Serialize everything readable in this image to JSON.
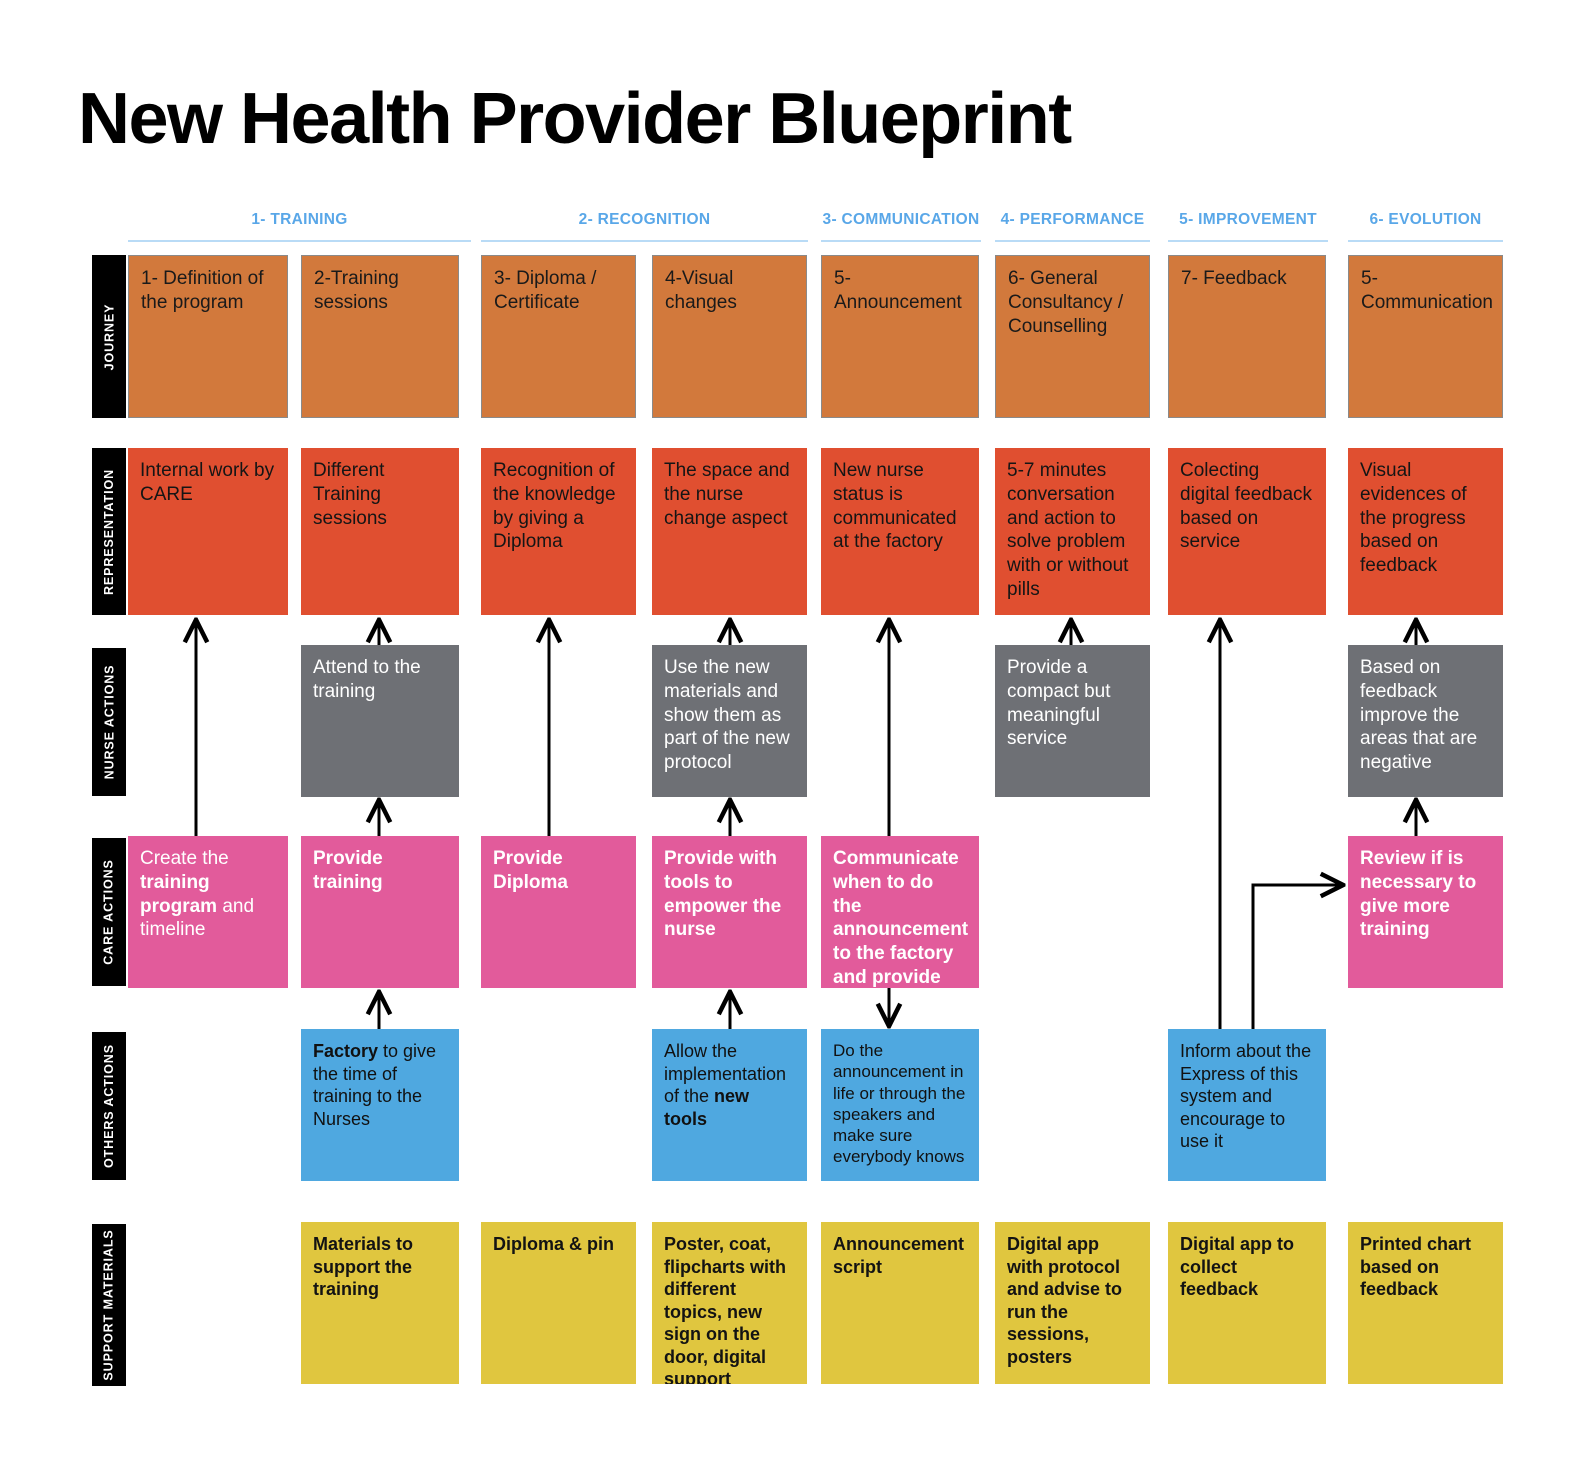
{
  "title": "New Health Provider Blueprint",
  "phases": [
    {
      "label": "1- TRAINING"
    },
    {
      "label": "2- RECOGNITION"
    },
    {
      "label": "3- COMMUNICATION"
    },
    {
      "label": "4- PERFORMANCE"
    },
    {
      "label": "5- IMPROVEMENT"
    },
    {
      "label": "6- EVOLUTION"
    }
  ],
  "rows": [
    {
      "key": "journey",
      "label": "JOURNEY"
    },
    {
      "key": "representation",
      "label": "REPRESENTATION"
    },
    {
      "key": "nurse",
      "label": "NURSE ACTIONS"
    },
    {
      "key": "care",
      "label": "CARE ACTIONS"
    },
    {
      "key": "others",
      "label": "OTHERS ACTIONS"
    },
    {
      "key": "support",
      "label": "SUPPORT MATERIALS"
    }
  ],
  "journey": {
    "c1": "1- Definition of the program",
    "c2": "2-Training sessions",
    "c3": "3- Diploma / Certificate",
    "c4": "4-Visual changes",
    "c5": "5- Announcement",
    "c6": "6- General Consultancy / Counselling",
    "c7": "7- Feedback",
    "c8": "5- Communication"
  },
  "representation": {
    "c1": "Internal work by CARE",
    "c2": "Different Training sessions",
    "c3": "Recognition of the knowledge by giving a Diploma",
    "c4": "The space and the nurse change aspect",
    "c5": "New nurse status is communicated at the factory",
    "c6": "5-7 minutes conversation and action to solve problem with or without pills",
    "c7": "Colecting digital feedback based on service",
    "c8": "Visual evidences of the progress based on feedback"
  },
  "nurse": {
    "c2": "Attend to the training",
    "c4": "Use the new materials and show them as part of the new protocol",
    "c6": "Provide a compact but meaningful service",
    "c8": "Based on feedback improve the areas that are negative"
  },
  "care": {
    "c1_parts": [
      {
        "text": "Create the ",
        "bold": false
      },
      {
        "text": "training program",
        "bold": true
      },
      {
        "text": " and timeline",
        "bold": false
      }
    ],
    "c2": "Provide training",
    "c3": "Provide Diploma",
    "c4": "Provide with tools to empower the nurse",
    "c5": "Communicate when to do the announcement to the factory and provide main message",
    "c8": "Review if is necessary to give more training"
  },
  "others": {
    "c2_parts": [
      {
        "text": "Factory",
        "bold": true
      },
      {
        "text": " to give the time of training to the Nurses",
        "bold": false
      }
    ],
    "c4_parts": [
      {
        "text": "Allow the implementation of the ",
        "bold": false
      },
      {
        "text": "new tools",
        "bold": true
      }
    ],
    "c5": "Do the announcement in life or through the speakers and make sure everybody knows",
    "c7": "Inform about the Express of this system and encourage to use it"
  },
  "support": {
    "c2": "Materials to support the training",
    "c3": "Diploma & pin",
    "c4": "Poster, coat, flipcharts with different topics, new sign on the door, digital support",
    "c5": "Announcement script",
    "c6": "Digital app with protocol and advise to run the sessions, posters",
    "c7": "Digital app to collect feedback",
    "c8": "Printed chart based on feedback"
  },
  "colors": {
    "journey": "#d2793c",
    "representation": "#e04f30",
    "nurse": "#6e7075",
    "care": "#e25b9b",
    "others": "#4fa8e0",
    "support": "#e0c63f",
    "phase_accent": "#59a7e8",
    "row_label_bg": "#000000"
  }
}
